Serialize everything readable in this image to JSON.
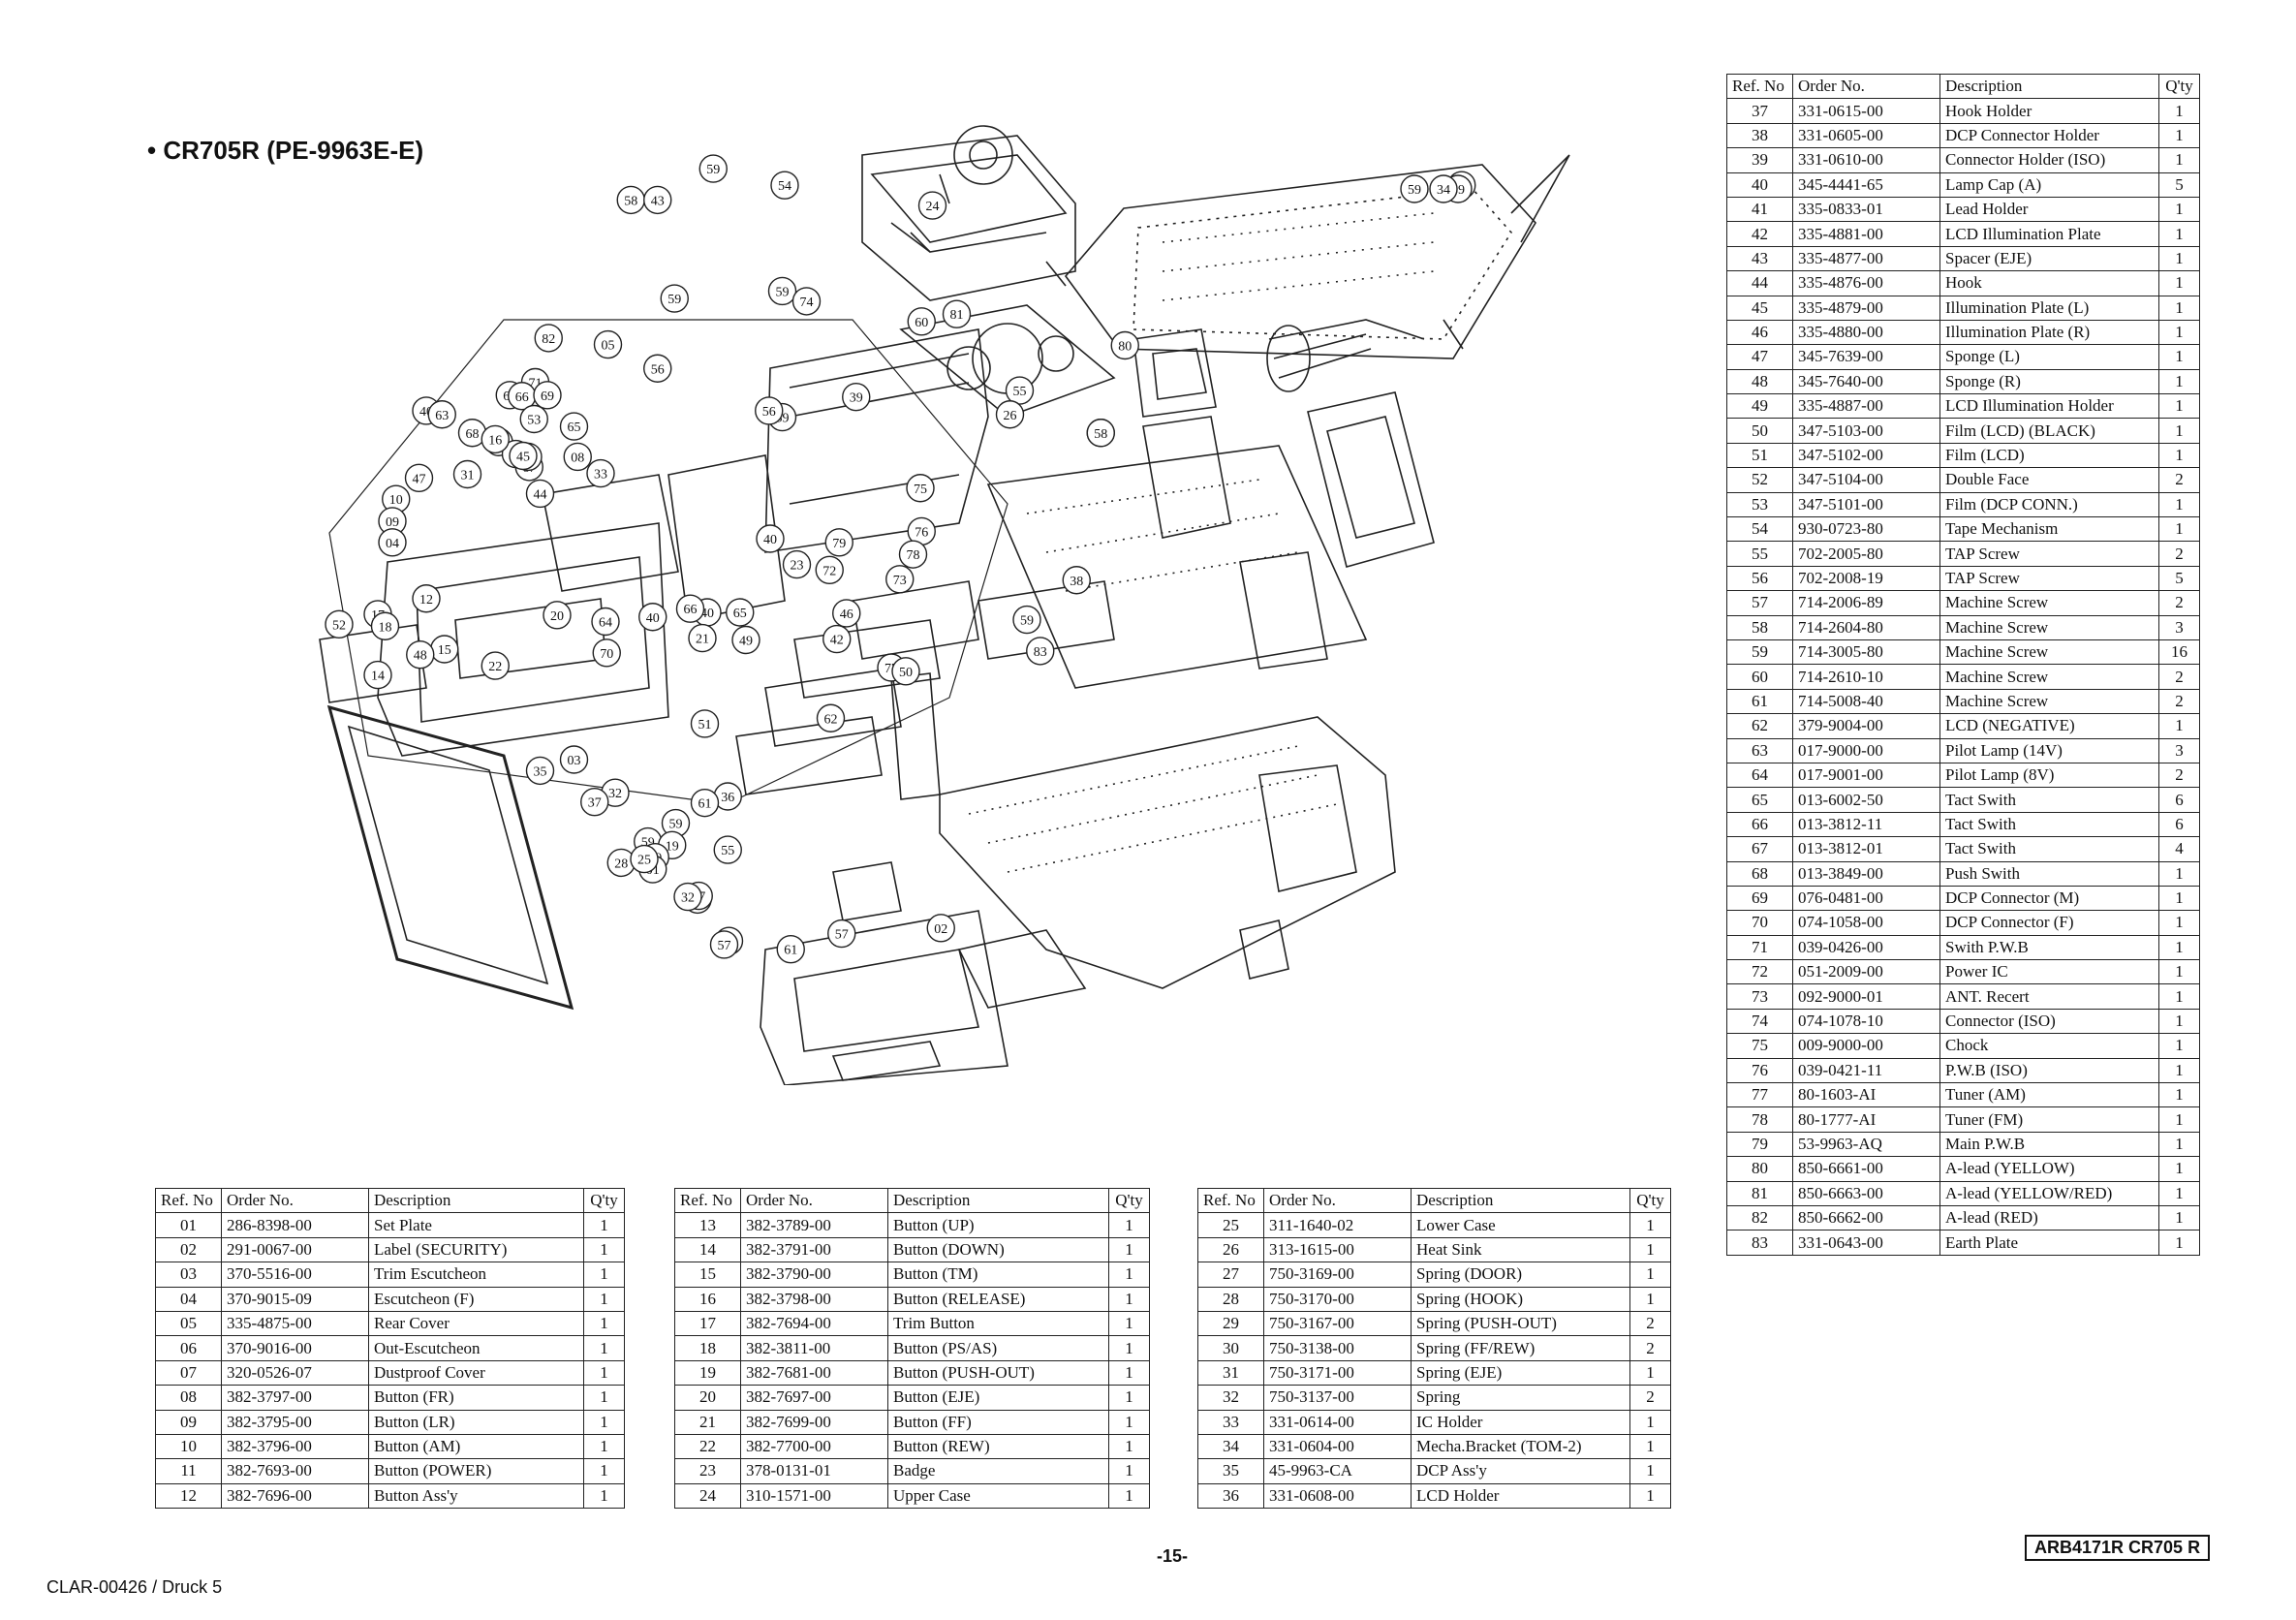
{
  "title": "• CR705R (PE-9963E-E)",
  "headers": {
    "ref": "Ref. No",
    "order": "Order No.",
    "desc": "Description",
    "qty": "Q'ty"
  },
  "tables": [
    {
      "rows": [
        {
          "ref": "01",
          "order": "286-8398-00",
          "desc": "Set Plate",
          "qty": "1"
        },
        {
          "ref": "02",
          "order": "291-0067-00",
          "desc": "Label (SECURITY)",
          "qty": "1"
        },
        {
          "ref": "03",
          "order": "370-5516-00",
          "desc": "Trim Escutcheon",
          "qty": "1"
        },
        {
          "ref": "04",
          "order": "370-9015-09",
          "desc": "Escutcheon (F)",
          "qty": "1"
        },
        {
          "ref": "05",
          "order": "335-4875-00",
          "desc": "Rear Cover",
          "qty": "1"
        },
        {
          "ref": "06",
          "order": "370-9016-00",
          "desc": "Out-Escutcheon",
          "qty": "1"
        },
        {
          "ref": "07",
          "order": "320-0526-07",
          "desc": "Dustproof Cover",
          "qty": "1"
        },
        {
          "ref": "08",
          "order": "382-3797-00",
          "desc": "Button (FR)",
          "qty": "1"
        },
        {
          "ref": "09",
          "order": "382-3795-00",
          "desc": "Button (LR)",
          "qty": "1"
        },
        {
          "ref": "10",
          "order": "382-3796-00",
          "desc": "Button (AM)",
          "qty": "1"
        },
        {
          "ref": "11",
          "order": "382-7693-00",
          "desc": "Button (POWER)",
          "qty": "1"
        },
        {
          "ref": "12",
          "order": "382-7696-00",
          "desc": "Button Ass'y",
          "qty": "1"
        }
      ]
    },
    {
      "rows": [
        {
          "ref": "13",
          "order": "382-3789-00",
          "desc": "Button (UP)",
          "qty": "1"
        },
        {
          "ref": "14",
          "order": "382-3791-00",
          "desc": "Button (DOWN)",
          "qty": "1"
        },
        {
          "ref": "15",
          "order": "382-3790-00",
          "desc": "Button (TM)",
          "qty": "1"
        },
        {
          "ref": "16",
          "order": "382-3798-00",
          "desc": "Button (RELEASE)",
          "qty": "1"
        },
        {
          "ref": "17",
          "order": "382-7694-00",
          "desc": "Trim Button",
          "qty": "1"
        },
        {
          "ref": "18",
          "order": "382-3811-00",
          "desc": "Button (PS/AS)",
          "qty": "1"
        },
        {
          "ref": "19",
          "order": "382-7681-00",
          "desc": "Button (PUSH-OUT)",
          "qty": "1"
        },
        {
          "ref": "20",
          "order": "382-7697-00",
          "desc": "Button (EJE)",
          "qty": "1"
        },
        {
          "ref": "21",
          "order": "382-7699-00",
          "desc": "Button (FF)",
          "qty": "1"
        },
        {
          "ref": "22",
          "order": "382-7700-00",
          "desc": "Button (REW)",
          "qty": "1"
        },
        {
          "ref": "23",
          "order": "378-0131-01",
          "desc": "Badge",
          "qty": "1"
        },
        {
          "ref": "24",
          "order": "310-1571-00",
          "desc": "Upper Case",
          "qty": "1"
        }
      ]
    },
    {
      "rows": [
        {
          "ref": "25",
          "order": "311-1640-02",
          "desc": "Lower Case",
          "qty": "1"
        },
        {
          "ref": "26",
          "order": "313-1615-00",
          "desc": "Heat Sink",
          "qty": "1"
        },
        {
          "ref": "27",
          "order": "750-3169-00",
          "desc": "Spring (DOOR)",
          "qty": "1"
        },
        {
          "ref": "28",
          "order": "750-3170-00",
          "desc": "Spring (HOOK)",
          "qty": "1"
        },
        {
          "ref": "29",
          "order": "750-3167-00",
          "desc": "Spring (PUSH-OUT)",
          "qty": "2"
        },
        {
          "ref": "30",
          "order": "750-3138-00",
          "desc": "Spring (FF/REW)",
          "qty": "2"
        },
        {
          "ref": "31",
          "order": "750-3171-00",
          "desc": "Spring (EJE)",
          "qty": "1"
        },
        {
          "ref": "32",
          "order": "750-3137-00",
          "desc": "Spring",
          "qty": "2"
        },
        {
          "ref": "33",
          "order": "331-0614-00",
          "desc": "IC Holder",
          "qty": "1"
        },
        {
          "ref": "34",
          "order": "331-0604-00",
          "desc": "Mecha.Bracket (TOM-2)",
          "qty": "1"
        },
        {
          "ref": "35",
          "order": "45-9963-CA",
          "desc": "DCP Ass'y",
          "qty": "1"
        },
        {
          "ref": "36",
          "order": "331-0608-00",
          "desc": "LCD Holder",
          "qty": "1"
        }
      ]
    },
    {
      "rows": [
        {
          "ref": "37",
          "order": "331-0615-00",
          "desc": "Hook Holder",
          "qty": "1"
        },
        {
          "ref": "38",
          "order": "331-0605-00",
          "desc": "DCP Connector Holder",
          "qty": "1"
        },
        {
          "ref": "39",
          "order": "331-0610-00",
          "desc": "Connector Holder (ISO)",
          "qty": "1"
        },
        {
          "ref": "40",
          "order": "345-4441-65",
          "desc": "Lamp Cap (A)",
          "qty": "5"
        },
        {
          "ref": "41",
          "order": "335-0833-01",
          "desc": "Lead Holder",
          "qty": "1"
        },
        {
          "ref": "42",
          "order": "335-4881-00",
          "desc": "LCD Illumination Plate",
          "qty": "1"
        },
        {
          "ref": "43",
          "order": "335-4877-00",
          "desc": "Spacer (EJE)",
          "qty": "1"
        },
        {
          "ref": "44",
          "order": "335-4876-00",
          "desc": "Hook",
          "qty": "1"
        },
        {
          "ref": "45",
          "order": "335-4879-00",
          "desc": "Illumination Plate (L)",
          "qty": "1"
        },
        {
          "ref": "46",
          "order": "335-4880-00",
          "desc": "Illumination Plate (R)",
          "qty": "1"
        },
        {
          "ref": "47",
          "order": "345-7639-00",
          "desc": "Sponge (L)",
          "qty": "1"
        },
        {
          "ref": "48",
          "order": "345-7640-00",
          "desc": "Sponge (R)",
          "qty": "1"
        },
        {
          "ref": "49",
          "order": "335-4887-00",
          "desc": "LCD Illumination Holder",
          "qty": "1"
        },
        {
          "ref": "50",
          "order": "347-5103-00",
          "desc": "Film (LCD) (BLACK)",
          "qty": "1"
        },
        {
          "ref": "51",
          "order": "347-5102-00",
          "desc": "Film (LCD)",
          "qty": "1"
        },
        {
          "ref": "52",
          "order": "347-5104-00",
          "desc": "Double Face",
          "qty": "2"
        },
        {
          "ref": "53",
          "order": "347-5101-00",
          "desc": "Film (DCP CONN.)",
          "qty": "1"
        },
        {
          "ref": "54",
          "order": "930-0723-80",
          "desc": "Tape Mechanism",
          "qty": "1"
        },
        {
          "ref": "55",
          "order": "702-2005-80",
          "desc": "TAP Screw",
          "qty": "2"
        },
        {
          "ref": "56",
          "order": "702-2008-19",
          "desc": "TAP Screw",
          "qty": "5"
        },
        {
          "ref": "57",
          "order": "714-2006-89",
          "desc": "Machine Screw",
          "qty": "2"
        },
        {
          "ref": "58",
          "order": "714-2604-80",
          "desc": "Machine Screw",
          "qty": "3"
        },
        {
          "ref": "59",
          "order": "714-3005-80",
          "desc": "Machine Screw",
          "qty": "16"
        },
        {
          "ref": "60",
          "order": "714-2610-10",
          "desc": "Machine Screw",
          "qty": "2"
        },
        {
          "ref": "61",
          "order": "714-5008-40",
          "desc": "Machine Screw",
          "qty": "2"
        },
        {
          "ref": "62",
          "order": "379-9004-00",
          "desc": "LCD (NEGATIVE)",
          "qty": "1"
        },
        {
          "ref": "63",
          "order": "017-9000-00",
          "desc": "Pilot Lamp (14V)",
          "qty": "3"
        },
        {
          "ref": "64",
          "order": "017-9001-00",
          "desc": "Pilot Lamp (8V)",
          "qty": "2"
        },
        {
          "ref": "65",
          "order": "013-6002-50",
          "desc": "Tact Swith",
          "qty": "6"
        },
        {
          "ref": "66",
          "order": "013-3812-11",
          "desc": "Tact Swith",
          "qty": "6"
        },
        {
          "ref": "67",
          "order": "013-3812-01",
          "desc": "Tact Swith",
          "qty": "4"
        },
        {
          "ref": "68",
          "order": "013-3849-00",
          "desc": "Push Swith",
          "qty": "1"
        },
        {
          "ref": "69",
          "order": "076-0481-00",
          "desc": "DCP Connector (M)",
          "qty": "1"
        },
        {
          "ref": "70",
          "order": "074-1058-00",
          "desc": "DCP Connector (F)",
          "qty": "1"
        },
        {
          "ref": "71",
          "order": "039-0426-00",
          "desc": "Swith P.W.B",
          "qty": "1"
        },
        {
          "ref": "72",
          "order": "051-2009-00",
          "desc": "Power IC",
          "qty": "1"
        },
        {
          "ref": "73",
          "order": "092-9000-01",
          "desc": "ANT. Recert",
          "qty": "1"
        },
        {
          "ref": "74",
          "order": "074-1078-10",
          "desc": "Connector (ISO)",
          "qty": "1"
        },
        {
          "ref": "75",
          "order": "009-9000-00",
          "desc": "Chock",
          "qty": "1"
        },
        {
          "ref": "76",
          "order": "039-0421-11",
          "desc": "P.W.B (ISO)",
          "qty": "1"
        },
        {
          "ref": "77",
          "order": "80-1603-AI",
          "desc": "Tuner (AM)",
          "qty": "1"
        },
        {
          "ref": "78",
          "order": "80-1777-AI",
          "desc": "Tuner (FM)",
          "qty": "1"
        },
        {
          "ref": "79",
          "order": "53-9963-AQ",
          "desc": "Main P.W.B",
          "qty": "1"
        },
        {
          "ref": "80",
          "order": "850-6661-00",
          "desc": "A-lead (YELLOW)",
          "qty": "1"
        },
        {
          "ref": "81",
          "order": "850-6663-00",
          "desc": "A-lead (YELLOW/RED)",
          "qty": "1"
        },
        {
          "ref": "82",
          "order": "850-6662-00",
          "desc": "A-lead (RED)",
          "qty": "1"
        },
        {
          "ref": "83",
          "order": "331-0643-00",
          "desc": "Earth Plate",
          "qty": "1"
        }
      ]
    }
  ],
  "callouts": [
    "59",
    "54",
    "58",
    "43",
    "24",
    "59",
    "59",
    "59",
    "34",
    "59",
    "59",
    "74",
    "60",
    "81",
    "80",
    "82",
    "05",
    "56",
    "59",
    "56",
    "55",
    "39",
    "26",
    "41",
    "58",
    "71",
    "66",
    "66",
    "69",
    "53",
    "40",
    "63",
    "68",
    "11",
    "65",
    "65",
    "67",
    "60",
    "45",
    "31",
    "16",
    "08",
    "10",
    "09",
    "04",
    "47",
    "44",
    "33",
    "75",
    "76",
    "79",
    "77",
    "78",
    "72",
    "73",
    "38",
    "23",
    "40",
    "40",
    "20",
    "21",
    "64",
    "40",
    "66",
    "65",
    "49",
    "12",
    "17",
    "46",
    "42",
    "50",
    "62",
    "51",
    "18",
    "15",
    "48",
    "14",
    "52",
    "22",
    "70",
    "83",
    "59",
    "03",
    "35",
    "36",
    "61",
    "32",
    "37",
    "59",
    "59",
    "19",
    "29",
    "28",
    "55",
    "06",
    "27",
    "07",
    "01",
    "25",
    "32",
    "61",
    "57",
    "57",
    "02"
  ],
  "page_number": "-15-",
  "doc_code": "ARB4171R CR705 R",
  "footer": "CLAR-00426 / Druck 5"
}
